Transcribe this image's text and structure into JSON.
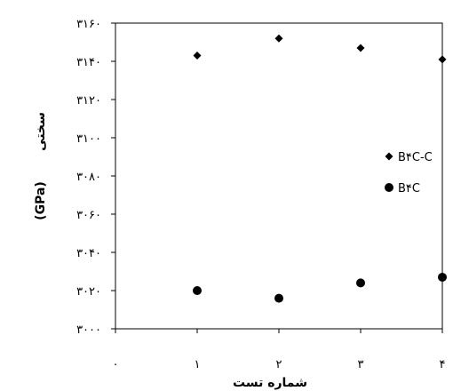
{
  "chart_data": {
    "type": "scatter",
    "xlabel": "شماره تست",
    "ylabel": "سختی",
    "ylabel_unit": "(GPa)",
    "xlim": [
      0,
      4
    ],
    "ylim": [
      3000,
      3160
    ],
    "x_ticks": [
      0,
      1,
      2,
      3,
      4
    ],
    "x_tick_labels": [
      "۰",
      "۱",
      "۲",
      "۳",
      "۴"
    ],
    "y_ticks": [
      3000,
      3020,
      3040,
      3060,
      3080,
      3100,
      3120,
      3140,
      3160
    ],
    "y_tick_labels": [
      "۳۰۰۰",
      "۳۰۲۰",
      "۳۰۴۰",
      "۳۰۶۰",
      "۳۰۸۰",
      "۳۱۰۰",
      "۳۱۲۰",
      "۳۱۴۰",
      "۳۱۶۰"
    ],
    "grid": false,
    "legend_position": "right",
    "series": [
      {
        "name": "B۴C-C",
        "marker": "diamond",
        "color": "#000000",
        "x": [
          1,
          2,
          3,
          4
        ],
        "y": [
          3143,
          3152,
          3147,
          3141
        ]
      },
      {
        "name": "B۴C",
        "marker": "circle",
        "color": "#000000",
        "x": [
          1,
          2,
          3,
          4
        ],
        "y": [
          3020,
          3016,
          3024,
          3027
        ]
      }
    ]
  }
}
